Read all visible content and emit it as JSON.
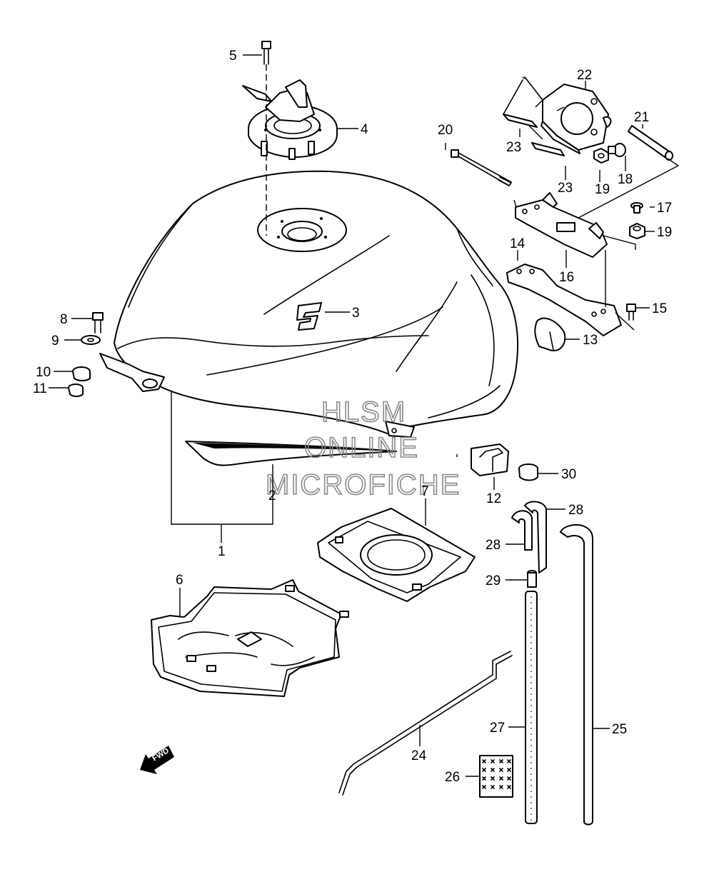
{
  "watermark": {
    "line1": "HLSM",
    "line2": "ONLINE",
    "line3": "MICROFICHE"
  },
  "fwd_label": "FWD",
  "callouts": [
    "1",
    "2",
    "3",
    "4",
    "5",
    "6",
    "7",
    "8",
    "9",
    "10",
    "11",
    "12",
    "13",
    "14",
    "15",
    "16",
    "17",
    "18",
    "19",
    "19",
    "20",
    "21",
    "22",
    "23",
    "23",
    "24",
    "25",
    "26",
    "27",
    "28",
    "28",
    "29",
    "30"
  ]
}
